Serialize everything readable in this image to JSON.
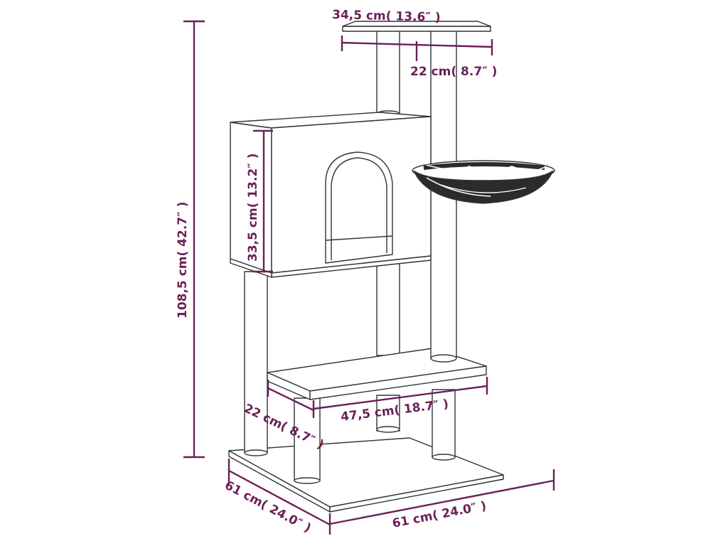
{
  "colors": {
    "dimension": "#6b1f57",
    "outline": "#333333",
    "hammock_fill": "#2b2b2b",
    "background": "#ffffff"
  },
  "dimensions": {
    "total_height": "108,5 cm( 42.7″ )",
    "top_platform_width": "34,5 cm( 13.6″ )",
    "top_platform_depth": "22 cm( 8.7″ )",
    "condo_height": "33,5 cm( 13.2″ )",
    "middle_platform_width": "47,5 cm( 18.7″ )",
    "middle_platform_depth": "22 cm( 8.7″ )",
    "base_depth": "61 cm( 24.0″ )",
    "base_width": "61 cm( 24.0″ )"
  }
}
